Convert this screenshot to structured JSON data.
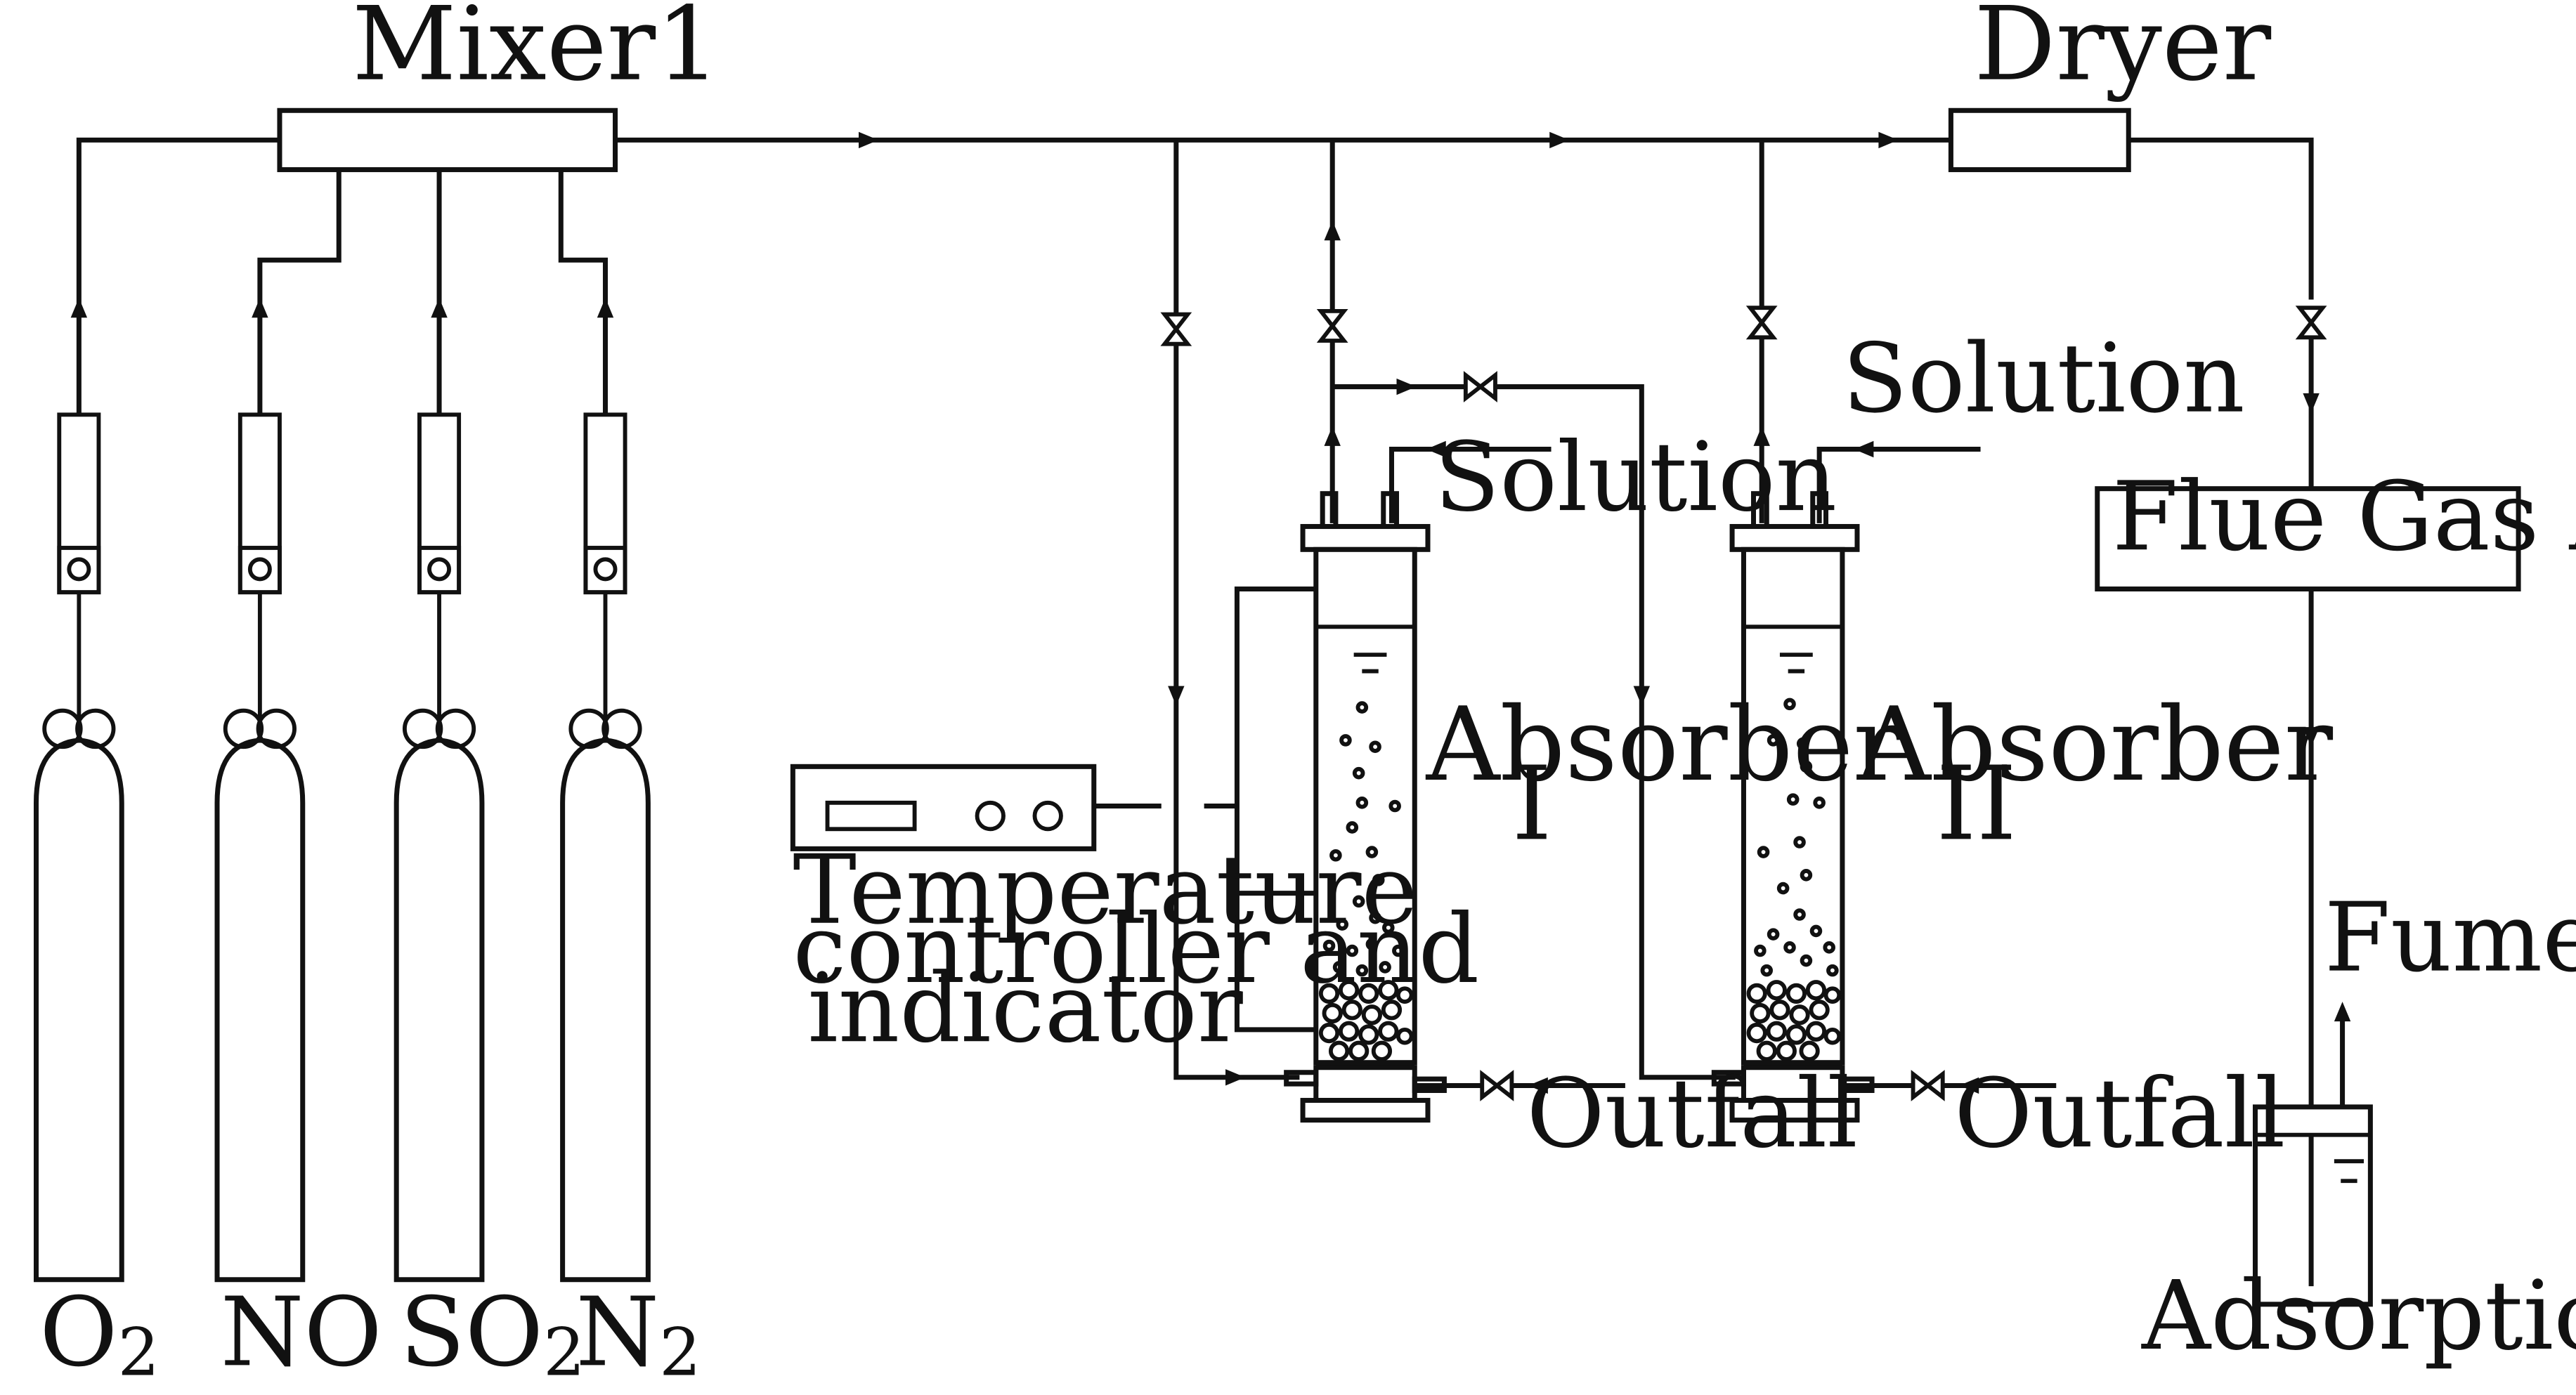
{
  "labels": {
    "mixer": "Mixer1",
    "dryer": "Dryer",
    "analyzer": "Flue Gas Analyzer",
    "solution_1": "Solution",
    "solution_2": "Solution",
    "absorber_1_name": "Absorber",
    "absorber_1_num": "I",
    "absorber_2_name": "Absorber",
    "absorber_2_num": "II",
    "temp_line1": "Temperature",
    "temp_line2": "controller and",
    "temp_line3": "indicator",
    "outfall_1": "Outfall",
    "outfall_2": "Outfall",
    "fume_hood": "Fume hood",
    "adsorption_tank": "Adsorption tank"
  },
  "cylinders": [
    {
      "main": "O",
      "sub": "2"
    },
    {
      "main": "NO",
      "sub": ""
    },
    {
      "main": "SO",
      "sub": "2"
    },
    {
      "main": "N",
      "sub": "2"
    }
  ]
}
